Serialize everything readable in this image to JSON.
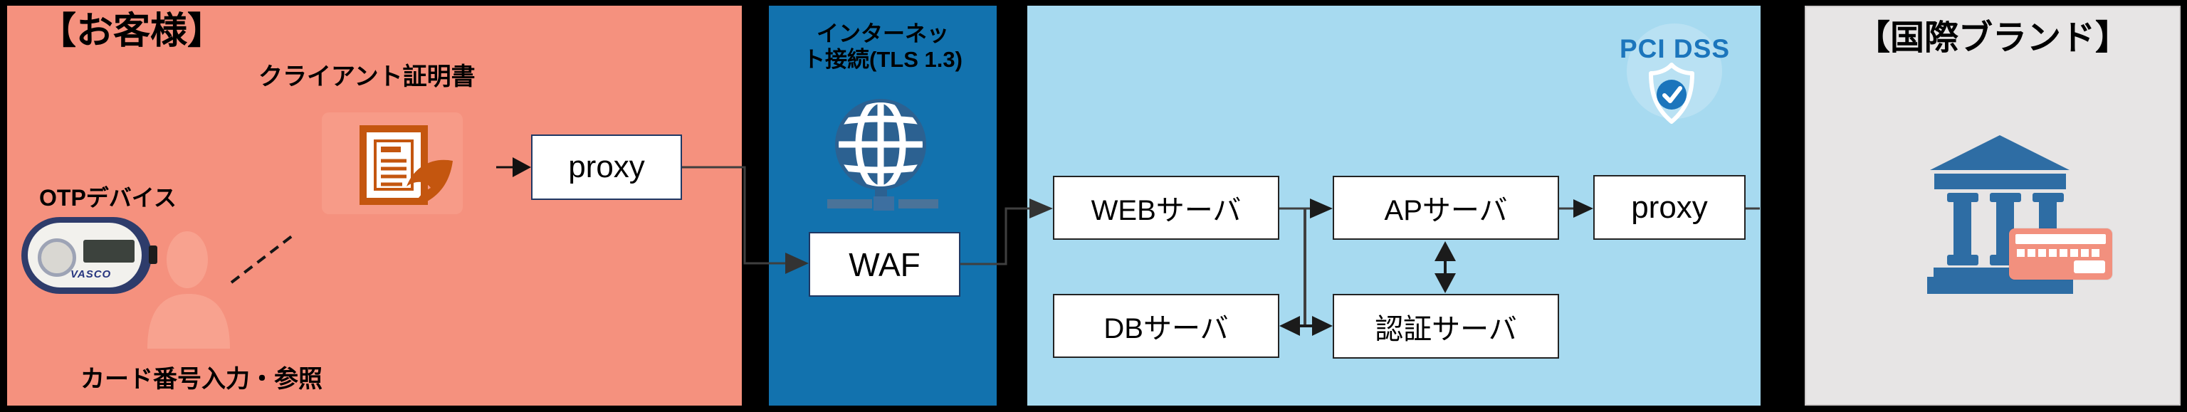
{
  "panels": {
    "customer": {
      "title": "【お客様】",
      "client_cert_label": "クライアント証明書",
      "otp_label": "OTPデバイス",
      "otp_device_brand": "VASCO",
      "proxy_label": "proxy",
      "card_note": "カード番号入力・参照"
    },
    "internet": {
      "title_line1": "インターネッ",
      "title_line2": "ト接続(TLS 1.3)",
      "waf_label": "WAF"
    },
    "pci_zone": {
      "badge_label": "PCI DSS",
      "web_server_label": "WEBサーバ",
      "ap_server_label": "APサーバ",
      "proxy_label": "proxy",
      "db_server_label": "DBサーバ",
      "auth_server_label": "認証サーバ"
    },
    "brand": {
      "title": "【国際ブランド】"
    }
  },
  "colors": {
    "customer_bg": "#F5917E",
    "internet_bg": "#1272AE",
    "pci_zone_bg": "#A7DAF0",
    "brand_bg": "#E7E5E5",
    "pci_blue": "#1B75BC",
    "bank_blue": "#2E6DA4",
    "certificate_orange": "#C4560F",
    "credit_card_salmon": "#F2907E",
    "connector_gray": "#3F3F3F",
    "globe_navy": "#2C6191"
  }
}
